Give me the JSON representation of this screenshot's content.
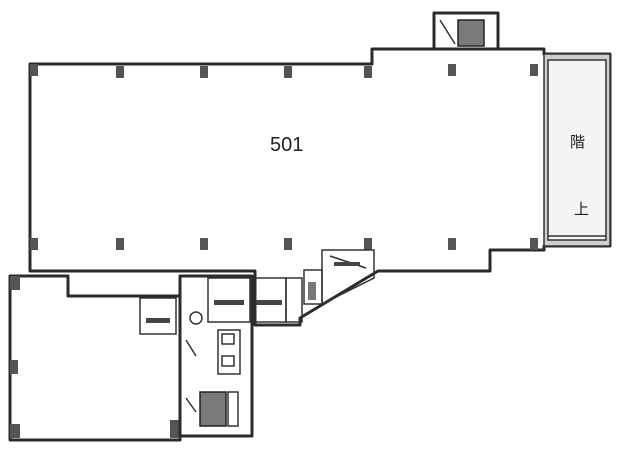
{
  "rooms": {
    "main_office": {
      "label": "501"
    }
  },
  "stair": {
    "kanji_top": "階",
    "kanji_bottom": "上"
  }
}
